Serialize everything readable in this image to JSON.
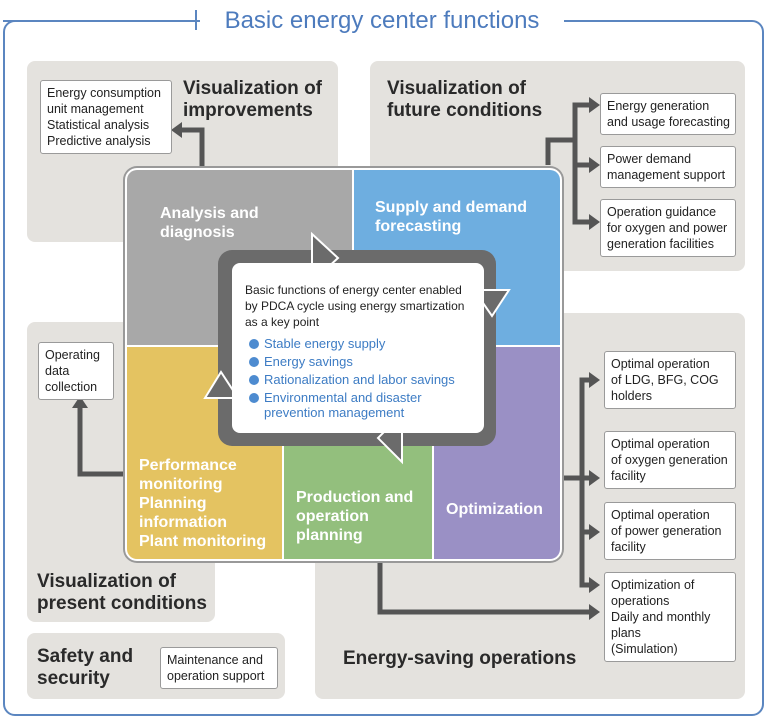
{
  "title": "Basic energy center functions",
  "panels": {
    "improvements": "Visualization of improvements",
    "future": "Visualization of future conditions",
    "present": "Visualization of present conditions",
    "safety": "Safety and security",
    "energy_saving": "Energy-saving operations"
  },
  "boxes": {
    "improvements": [
      "Energy consumption",
      "unit management",
      "Statistical analysis",
      "Predictive analysis"
    ],
    "future_1": [
      "Energy generation",
      "and usage forecasting"
    ],
    "future_2": [
      "Power demand",
      "management support"
    ],
    "future_3": [
      "Operation guidance",
      "for oxygen and power",
      "generation facilities"
    ],
    "present": [
      "Operating",
      "data",
      "collection"
    ],
    "safety": [
      "Maintenance and",
      "operation support"
    ],
    "opt_1": [
      "Optimal operation",
      "of LDG, BFG, COG",
      "holders"
    ],
    "opt_2": [
      "Optimal operation",
      "of oxygen generation",
      "facility"
    ],
    "opt_3": [
      "Optimal operation",
      "of power generation",
      "facility"
    ],
    "opt_4": [
      "Optimization of",
      "operations",
      "Daily and monthly",
      "plans",
      "(Simulation)"
    ]
  },
  "quadrants": {
    "analysis": [
      "Analysis and",
      "diagnosis"
    ],
    "supply": [
      "Supply and demand",
      "forecasting"
    ],
    "performance": [
      "Performance",
      "monitoring",
      "Planning",
      "information",
      "Plant monitoring"
    ],
    "production": [
      "Production and",
      "operation",
      "planning"
    ],
    "optimization": [
      "Optimization"
    ]
  },
  "center": {
    "heading": [
      "Basic functions of energy center enabled",
      "by PDCA cycle using energy smartization",
      "as a key point"
    ],
    "bullets": [
      [
        "Stable energy supply"
      ],
      [
        "Energy savings"
      ],
      [
        "Rationalization and labor savings"
      ],
      [
        "Environmental and disaster",
        "prevention management"
      ]
    ]
  },
  "colors": {
    "frame": "#5b86c0",
    "panel": "#e4e2de",
    "analysis": "#a8a8a8",
    "supply": "#6eaee0",
    "performance": "#e4c361",
    "production": "#93bf7d",
    "optimization": "#9a90c5",
    "arrow": "#555555",
    "bullet_text": "#3d7cc4"
  }
}
